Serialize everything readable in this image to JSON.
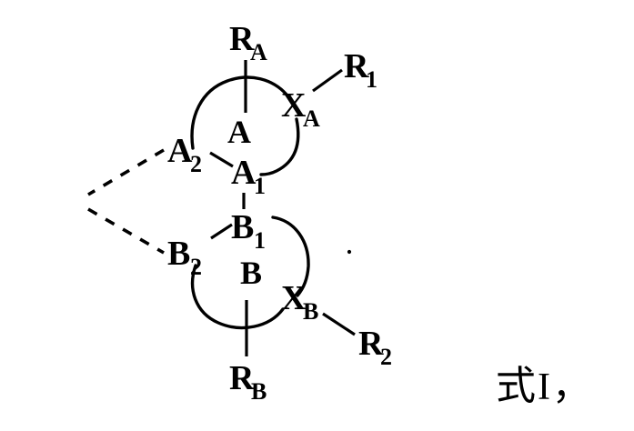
{
  "diagram": {
    "kind": "chemical-structure-formula",
    "caption": {
      "formula_mark": "式",
      "formula_numeral": "I",
      "trailing_punctuation": "，"
    },
    "ring_a": {
      "center_label": "A",
      "substituent_label": "R",
      "substituent_sub": "A",
      "vertex_1_label": "A",
      "vertex_1_sub": "1",
      "vertex_2_label": "A",
      "vertex_2_sub": "2",
      "hetero_label": "X",
      "hetero_sub": "A",
      "hetero_substituent_label": "R",
      "hetero_substituent_sub": "1"
    },
    "ring_b": {
      "center_label": "B",
      "substituent_label": "R",
      "substituent_sub": "B",
      "vertex_1_label": "B",
      "vertex_1_sub": "1",
      "vertex_2_label": "B",
      "vertex_2_sub": "2",
      "hetero_label": "X",
      "hetero_sub": "B",
      "hetero_substituent_label": "R",
      "hetero_substituent_sub": "2"
    },
    "colors": {
      "ink": "#000000",
      "background": "#ffffff"
    }
  }
}
